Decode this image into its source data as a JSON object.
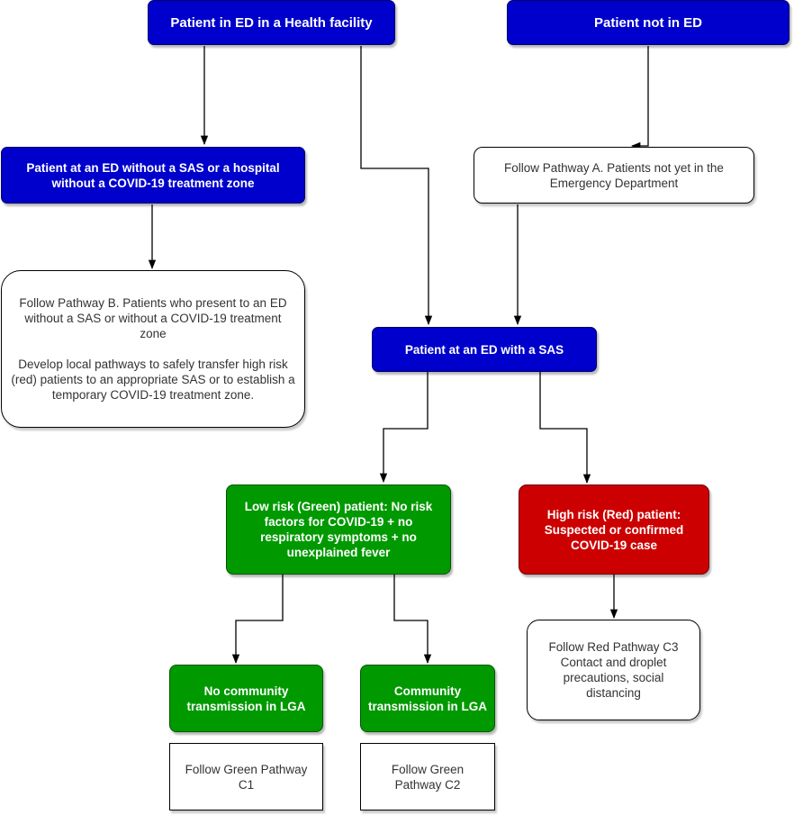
{
  "nodes": {
    "patient_in_ed": "Patient in ED in a Health facility",
    "patient_not_in_ed": "Patient not in ED",
    "ed_without_sas": "Patient at an ED without a SAS or a hospital without a COVID-19 treatment zone",
    "pathway_a": "Follow Pathway A. Patients not yet in the Emergency Department",
    "pathway_b_line1": "Follow Pathway B. Patients who present to an ED without a SAS or without a COVID-19 treatment zone",
    "pathway_b_line2": "Develop local pathways to safely transfer high risk (red) patients to an appropriate SAS or to establish a temporary COVID-19 treatment zone.",
    "ed_with_sas": "Patient at an ED with a SAS",
    "low_risk": "Low risk (Green) patient: No risk factors for COVID-19 + no respiratory symptoms + no unexplained fever",
    "high_risk": "High risk (Red) patient: Suspected or confirmed COVID-19 case",
    "no_community": "No community transmission in LGA",
    "community": "Community transmission in LGA",
    "red_c3": "Follow Red Pathway C3 Contact and droplet precautions, social distancing",
    "green_c1": "Follow Green Pathway C1",
    "green_c2": "Follow Green Pathway C2"
  },
  "colors": {
    "blue": "#0000CC",
    "green": "#009900",
    "red": "#CC0000"
  }
}
